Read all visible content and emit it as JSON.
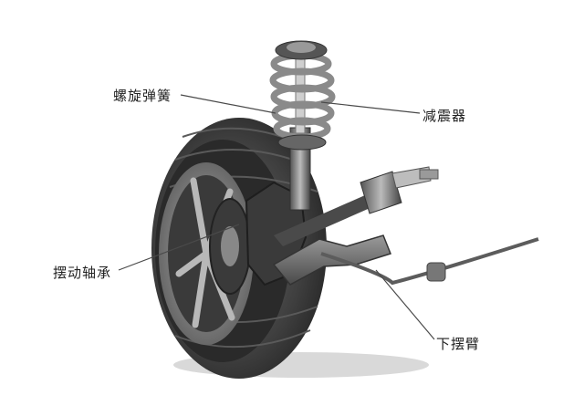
{
  "labels": {
    "coil_spring": "螺旋弹簧",
    "shock_absorber": "减震器",
    "wheel_bearing": "摆动轴承",
    "lower_control_arm": "下摆臂"
  },
  "colors": {
    "background": "#ffffff",
    "label_text": "#222222",
    "leader_line": "#4a4a4a",
    "tire": "#3c3c3c",
    "metal_dark": "#2e2e2e",
    "spring": "#8a8a8a"
  }
}
